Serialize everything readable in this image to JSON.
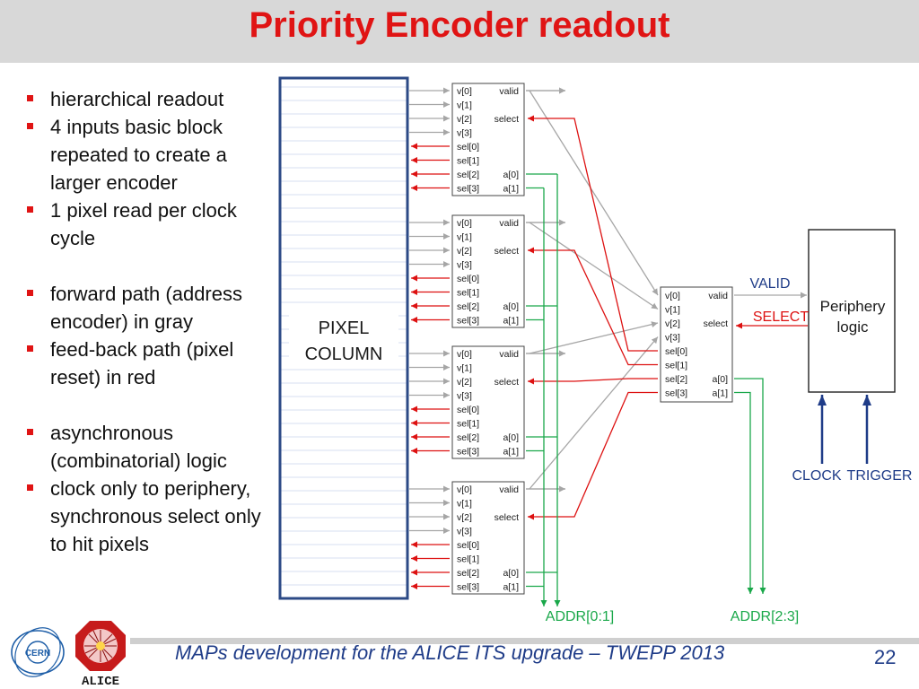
{
  "title": "Priority Encoder readout",
  "bullets": [
    {
      "text": "hierarchical readout",
      "gap": false
    },
    {
      "text": "4 inputs basic block repeated to create a larger encoder",
      "gap": false
    },
    {
      "text": "1 pixel read per clock cycle",
      "gap": false
    },
    {
      "text": "forward path (address encoder) in gray",
      "gap": true
    },
    {
      "text": "feed-back path (pixel reset) in red",
      "gap": false
    },
    {
      "text": "asynchronous (combinatorial) logic",
      "gap": true
    },
    {
      "text": "clock only to periphery, synchronous select only to hit pixels",
      "gap": false
    }
  ],
  "diagram": {
    "pixel_column": [
      "PIXEL",
      "COLUMN"
    ],
    "encoder_left_labels": [
      "v[0]",
      "v[1]",
      "v[2]",
      "v[3]",
      "sel[0]",
      "sel[1]",
      "sel[2]",
      "sel[3]"
    ],
    "encoder_right_labels": [
      "valid",
      "select",
      "a[0]",
      "a[1]"
    ],
    "valid_label": "VALID",
    "select_label": "SELECT",
    "periphery": [
      "Periphery",
      "logic"
    ],
    "clock_label": "CLOCK",
    "trigger_label": "TRIGGER",
    "addr_low": "ADDR[0:1]",
    "addr_high": "ADDR[2:3]",
    "colors": {
      "forward": "#a6a6a6",
      "feedback": "#dd1111",
      "address": "#1aa84a",
      "clock": "#1f3c88",
      "title": "#e01414"
    }
  },
  "footer": {
    "text": "MAPs development for the ALICE ITS upgrade – TWEPP 2013",
    "page": "22"
  },
  "logos": {
    "cern": "CERN",
    "alice": "ALICE"
  }
}
